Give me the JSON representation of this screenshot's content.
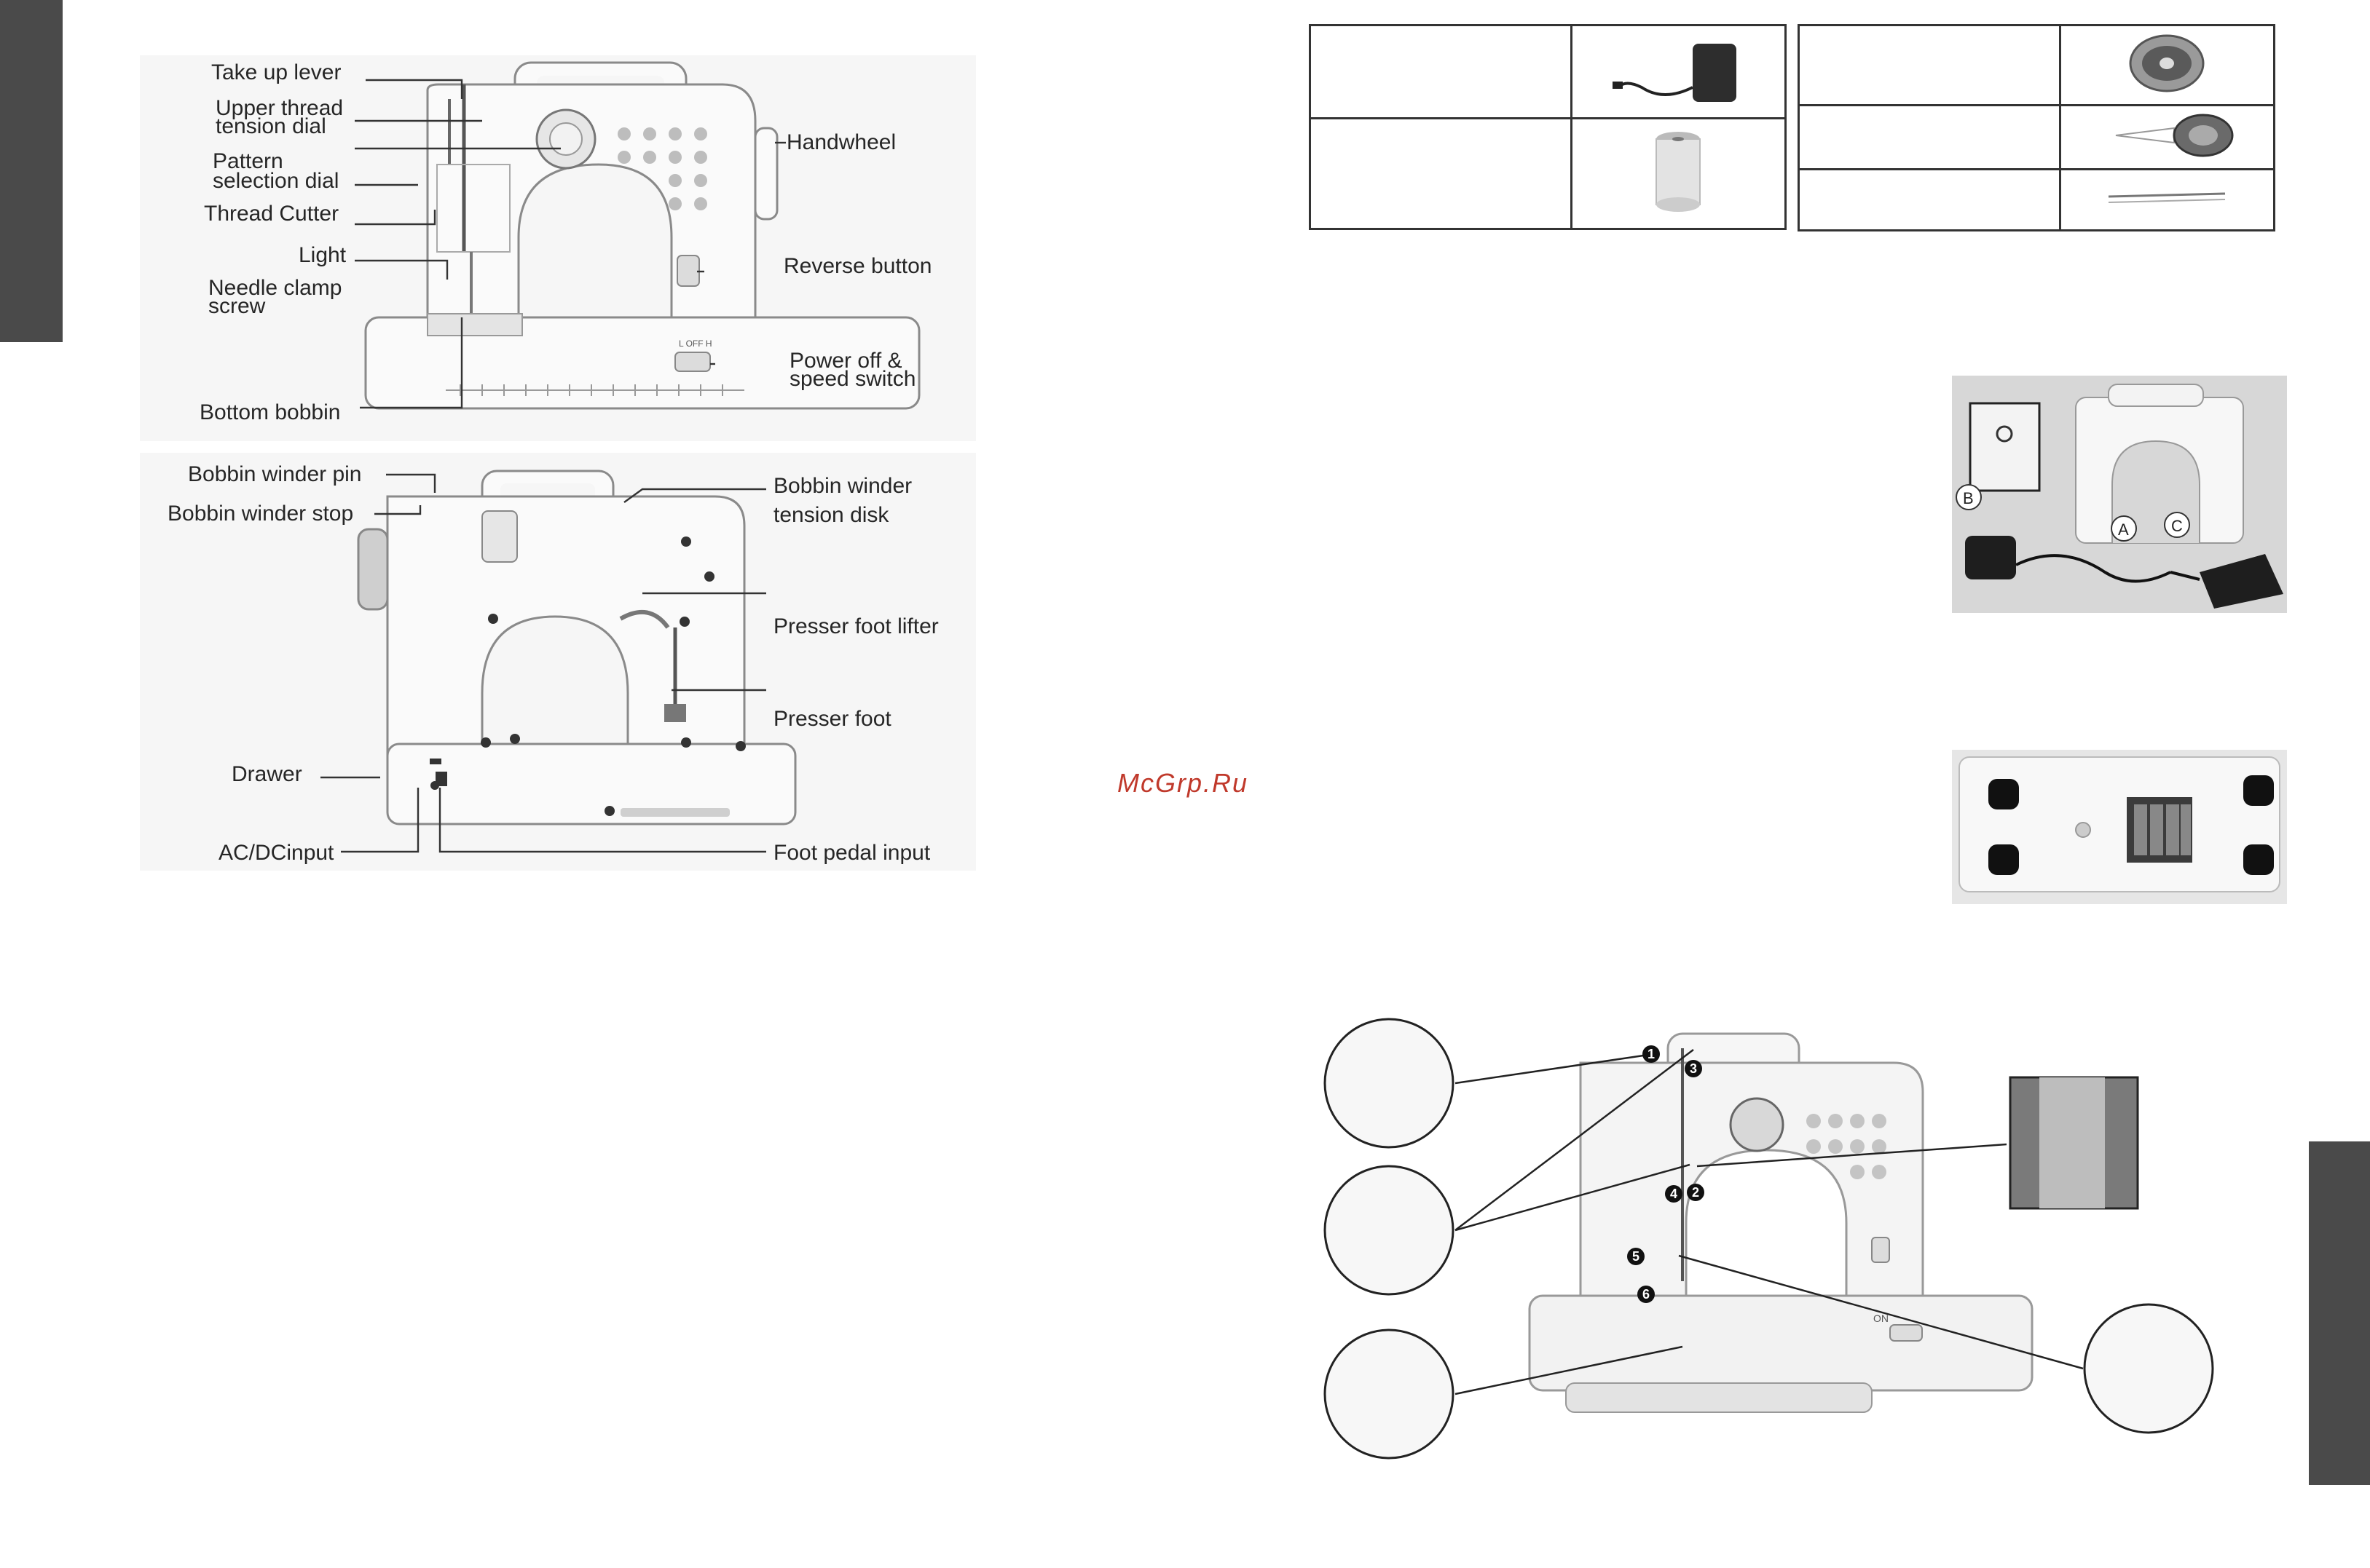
{
  "front_diagram": {
    "labels": {
      "take_up_lever": "Take up lever",
      "upper_thread_1": "Upper thread",
      "upper_thread_2": "tension dial",
      "pattern_1": "Pattern",
      "pattern_2": "selection dial",
      "thread_cutter": "Thread Cutter",
      "light": "Light",
      "needle_clamp_1": "Needle clamp",
      "needle_clamp_2": "screw",
      "bottom_bobbin": "Bottom bobbin",
      "handwheel": "Handwheel",
      "reverse_button": "Reverse button",
      "power_1": "Power off &",
      "power_2": "speed switch",
      "switch_marking": "L OFF H"
    }
  },
  "back_diagram": {
    "labels": {
      "bobbin_winder_pin": "Bobbin winder pin",
      "bobbin_winder_stop": "Bobbin winder stop",
      "tension_disk_1": "Bobbin winder",
      "tension_disk_2": "tension disk",
      "presser_foot_lifter": "Presser foot lifter",
      "presser_foot": "Presser foot",
      "drawer": "Drawer",
      "ac_dc_input": "AC/DCinput",
      "foot_pedal_input": "Foot pedal input"
    }
  },
  "watermark": "McGrp.Ru",
  "power_photo": {
    "callouts": [
      "B",
      "A",
      "C"
    ]
  },
  "threading_diagram": {
    "steps": [
      "1",
      "2",
      "3",
      "4",
      "5",
      "6"
    ],
    "switch_marking": "ON"
  }
}
